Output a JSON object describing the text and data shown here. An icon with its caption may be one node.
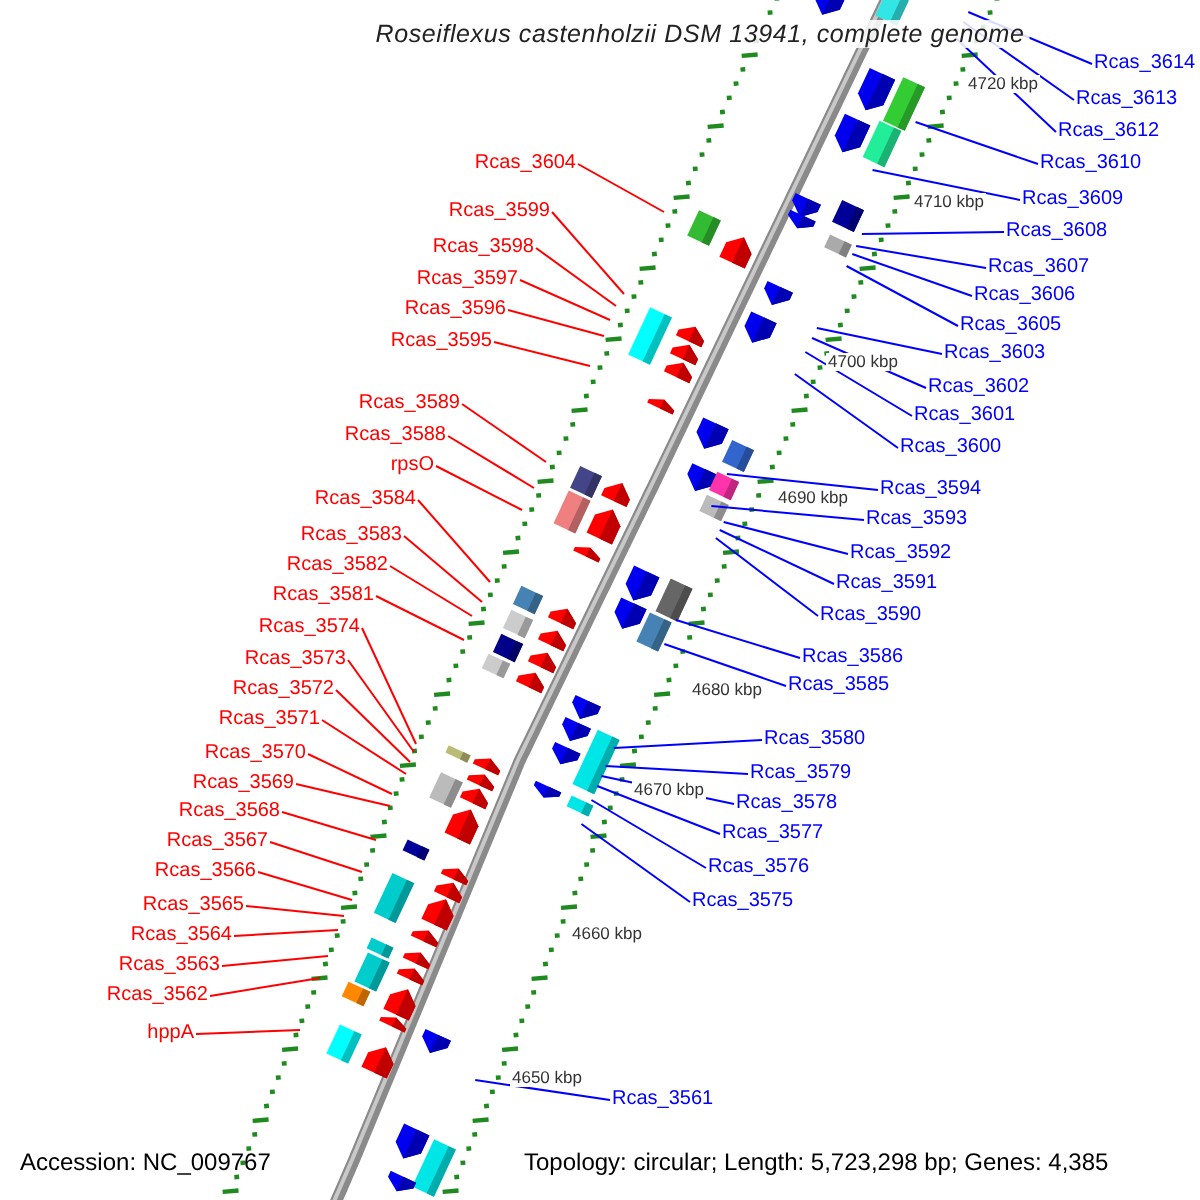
{
  "diagram": {
    "title": "Roseiflexus castenholzii DSM 13941, complete genome",
    "nodes": [
      {
        "text": [
          "Rcas_3604"
        ]
      },
      {
        "text": [
          "Rcas_3599"
        ]
      },
      {
        "text": [
          "Rcas_3598"
        ]
      },
      {
        "text": [
          "Rcas_3597"
        ]
      },
      {
        "text": [
          "Rcas_3596"
        ]
      },
      {
        "text": [
          "Rcas_3595"
        ]
      },
      {
        "text": [
          "Rcas_3589"
        ]
      },
      {
        "text": [
          "Rcas_3588"
        ]
      },
      {
        "text": [
          "rpsO"
        ]
      },
      {
        "text": [
          "Rcas_3584"
        ]
      },
      {
        "text": [
          "Rcas_3583"
        ]
      },
      {
        "text": [
          "Rcas_3582"
        ]
      },
      {
        "text": [
          "Rcas_3581"
        ]
      },
      {
        "text": [
          "Rcas_3574"
        ]
      },
      {
        "text": [
          "Rcas_3573"
        ]
      },
      {
        "text": [
          "Rcas_3572"
        ]
      },
      {
        "text": [
          "Rcas_3571"
        ]
      },
      {
        "text": [
          "Rcas_3570"
        ]
      },
      {
        "text": [
          "Rcas_3569"
        ]
      },
      {
        "text": [
          "Rcas_3568"
        ]
      },
      {
        "text": [
          "Rcas_3567"
        ]
      },
      {
        "text": [
          "Rcas_3566"
        ]
      },
      {
        "text": [
          "Rcas_3565"
        ]
      },
      {
        "text": [
          "Rcas_3564"
        ]
      },
      {
        "text": [
          "Rcas_3563"
        ]
      },
      {
        "text": [
          "Rcas_3562"
        ]
      },
      {
        "text": [
          "hppA"
        ]
      },
      {
        "text": [
          "Rcas_3614"
        ]
      },
      {
        "text": [
          "Rcas_3613"
        ]
      },
      {
        "text": [
          "Rcas_3612"
        ]
      },
      {
        "text": [
          "Rcas_3610"
        ]
      },
      {
        "text": [
          "Rcas_3609"
        ]
      },
      {
        "text": [
          "Rcas_3608"
        ]
      },
      {
        "text": [
          "Rcas_3607"
        ]
      },
      {
        "text": [
          "Rcas_3606"
        ]
      },
      {
        "text": [
          "Rcas_3605"
        ]
      },
      {
        "text": [
          "Rcas_3603"
        ]
      },
      {
        "text": [
          "Rcas_3602"
        ]
      },
      {
        "text": [
          "Rcas_3601"
        ]
      },
      {
        "text": [
          "Rcas_3600"
        ]
      },
      {
        "text": [
          "Rcas_3594"
        ]
      },
      {
        "text": [
          "Rcas_3593"
        ]
      },
      {
        "text": [
          "Rcas_3592"
        ]
      },
      {
        "text": [
          "Rcas_3591"
        ]
      },
      {
        "text": [
          "Rcas_3590"
        ]
      },
      {
        "text": [
          "Rcas_3586"
        ]
      },
      {
        "text": [
          "Rcas_3585"
        ]
      },
      {
        "text": [
          "Rcas_3580"
        ]
      },
      {
        "text": [
          "Rcas_3579"
        ]
      },
      {
        "text": [
          "Rcas_3578"
        ]
      },
      {
        "text": [
          "Rcas_3577"
        ]
      },
      {
        "text": [
          "Rcas_3576"
        ]
      },
      {
        "text": [
          "Rcas_3575"
        ]
      },
      {
        "text": [
          "Rcas_3561"
        ]
      }
    ],
    "edges": [
      {
        "from": 0,
        "to": null,
        "arrow": "none",
        "color": "#ff0000"
      },
      {
        "from": 1,
        "to": null,
        "arrow": "none",
        "color": "#ff0000"
      },
      {
        "from": 2,
        "to": null,
        "arrow": "none",
        "color": "#ff0000"
      },
      {
        "from": 3,
        "to": null,
        "arrow": "none",
        "color": "#ff0000"
      },
      {
        "from": 4,
        "to": null,
        "arrow": "none",
        "color": "#ff0000"
      },
      {
        "from": 5,
        "to": null,
        "arrow": "none",
        "color": "#ff0000"
      },
      {
        "from": 6,
        "to": null,
        "arrow": "none",
        "color": "#ff0000"
      },
      {
        "from": 7,
        "to": null,
        "arrow": "none",
        "color": "#ff0000"
      },
      {
        "from": 8,
        "to": null,
        "arrow": "none",
        "color": "#ff0000"
      },
      {
        "from": 9,
        "to": null,
        "arrow": "none",
        "color": "#ff0000"
      },
      {
        "from": 10,
        "to": null,
        "arrow": "none",
        "color": "#ff0000"
      },
      {
        "from": 11,
        "to": null,
        "arrow": "none",
        "color": "#ff0000"
      },
      {
        "from": 12,
        "to": null,
        "arrow": "none",
        "color": "#ff0000"
      },
      {
        "from": 13,
        "to": null,
        "arrow": "none",
        "color": "#ff0000"
      },
      {
        "from": 14,
        "to": null,
        "arrow": "none",
        "color": "#ff0000"
      },
      {
        "from": 15,
        "to": null,
        "arrow": "none",
        "color": "#ff0000"
      },
      {
        "from": 16,
        "to": null,
        "arrow": "none",
        "color": "#ff0000"
      },
      {
        "from": 17,
        "to": null,
        "arrow": "none",
        "color": "#ff0000"
      },
      {
        "from": 18,
        "to": null,
        "arrow": "none",
        "color": "#ff0000"
      },
      {
        "from": 19,
        "to": null,
        "arrow": "none",
        "color": "#ff0000"
      },
      {
        "from": 20,
        "to": null,
        "arrow": "none",
        "color": "#ff0000"
      },
      {
        "from": 21,
        "to": null,
        "arrow": "none",
        "color": "#ff0000"
      },
      {
        "from": 22,
        "to": null,
        "arrow": "none",
        "color": "#ff0000"
      },
      {
        "from": 23,
        "to": null,
        "arrow": "none",
        "color": "#ff0000"
      },
      {
        "from": 24,
        "to": null,
        "arrow": "none",
        "color": "#ff0000"
      },
      {
        "from": 25,
        "to": null,
        "arrow": "none",
        "color": "#ff0000"
      },
      {
        "from": 26,
        "to": null,
        "arrow": "none",
        "color": "#ff0000"
      },
      {
        "from": 27,
        "to": null,
        "arrow": "none",
        "color": "#0000ff"
      },
      {
        "from": 28,
        "to": null,
        "arrow": "none",
        "color": "#0000ff"
      },
      {
        "from": 29,
        "to": null,
        "arrow": "none",
        "color": "#0000ff"
      },
      {
        "from": 30,
        "to": null,
        "arrow": "none",
        "color": "#0000ff"
      },
      {
        "from": 31,
        "to": null,
        "arrow": "none",
        "color": "#0000ff"
      },
      {
        "from": 32,
        "to": null,
        "arrow": "none",
        "color": "#0000ff"
      },
      {
        "from": 33,
        "to": null,
        "arrow": "none",
        "color": "#0000ff"
      },
      {
        "from": 34,
        "to": null,
        "arrow": "none",
        "color": "#0000ff"
      },
      {
        "from": 35,
        "to": null,
        "arrow": "none",
        "color": "#0000ff"
      },
      {
        "from": 36,
        "to": null,
        "arrow": "none",
        "color": "#0000ff"
      },
      {
        "from": 37,
        "to": null,
        "arrow": "none",
        "color": "#0000ff"
      },
      {
        "from": 38,
        "to": null,
        "arrow": "none",
        "color": "#0000ff"
      },
      {
        "from": 39,
        "to": null,
        "arrow": "none",
        "color": "#0000ff"
      },
      {
        "from": 40,
        "to": null,
        "arrow": "none",
        "color": "#0000ff"
      },
      {
        "from": 41,
        "to": null,
        "arrow": "none",
        "color": "#0000ff"
      },
      {
        "from": 42,
        "to": null,
        "arrow": "none",
        "color": "#0000ff"
      },
      {
        "from": 43,
        "to": null,
        "arrow": "none",
        "color": "#0000ff"
      },
      {
        "from": 44,
        "to": null,
        "arrow": "none",
        "color": "#0000ff"
      },
      {
        "from": 45,
        "to": null,
        "arrow": "none",
        "color": "#0000ff"
      },
      {
        "from": 46,
        "to": null,
        "arrow": "none",
        "color": "#0000ff"
      },
      {
        "from": 47,
        "to": null,
        "arrow": "none",
        "color": "#0000ff"
      },
      {
        "from": 48,
        "to": null,
        "arrow": "none",
        "color": "#0000ff"
      },
      {
        "from": 49,
        "to": null,
        "arrow": "none",
        "color": "#0000ff"
      },
      {
        "from": 50,
        "to": null,
        "arrow": "none",
        "color": "#0000ff"
      },
      {
        "from": 51,
        "to": null,
        "arrow": "none",
        "color": "#0000ff"
      },
      {
        "from": 52,
        "to": null,
        "arrow": "none",
        "color": "#0000ff"
      },
      {
        "from": 53,
        "to": null,
        "arrow": "none",
        "color": "#0000ff"
      }
    ],
    "labels": [
      "4720 kbp",
      "4710 kbp",
      "4700 kbp",
      "4690 kbp",
      "4680 kbp",
      "4670 kbp",
      "4660 kbp",
      "4650 kbp",
      "Accession: NC_009767",
      "Topology: circular; Length: 5,723,298 bp; Genes: 4,385"
    ]
  }
}
